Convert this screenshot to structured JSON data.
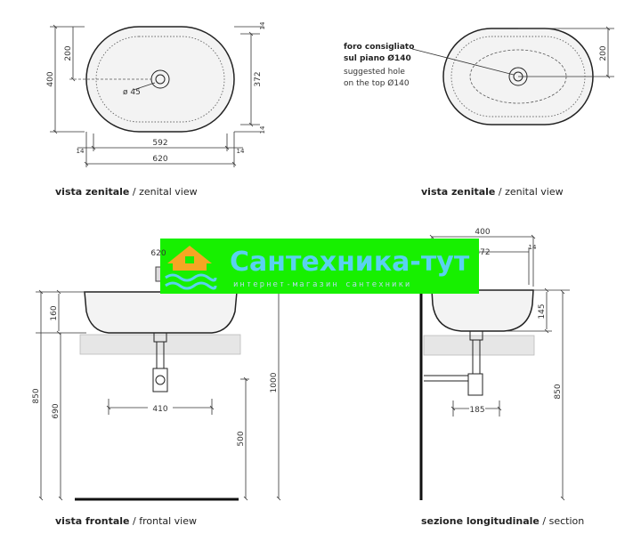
{
  "views": {
    "top_left": {
      "caption_bold": "vista zenitale",
      "caption_rest": " / zenital view"
    },
    "top_right": {
      "caption_bold": "vista zenitale",
      "caption_rest": " / zenital view"
    },
    "front": {
      "caption_bold": "vista frontale",
      "caption_rest": " / frontal view"
    },
    "section": {
      "caption_bold": "sezione longitudinale",
      "caption_rest": " / section"
    }
  },
  "dimensions": {
    "top_left": {
      "depth": "400",
      "hole_offset": "200",
      "inner_depth": "372",
      "rim_top": "14",
      "rim_bottom": "14",
      "rim_left": "14",
      "rim_right": "14",
      "inner_width": "592",
      "width": "620",
      "hole": "ø 45"
    },
    "top_right": {
      "hole_offset": "200"
    },
    "front": {
      "width": "620",
      "basin_height": "160",
      "total_height": "850",
      "counter_height": "690",
      "drain_spacing": "410",
      "tap_height": "1000",
      "wall_height": "500"
    },
    "section": {
      "depth": "400",
      "inner_depth": "372",
      "rim_left": "14",
      "rim_right": "14",
      "basin_height": "145",
      "drain_spacing": "185",
      "total_height": "850"
    }
  },
  "note": {
    "line1": "foro consigliato",
    "line2": "sul piano Ø140",
    "line3": "suggested hole",
    "line4": "on the top Ø140"
  },
  "watermark": {
    "title": "Сантехника-тут",
    "subtitle": "интернет-магазин сантехники",
    "band_color": "#17f000",
    "logo_color": "#f5a623"
  }
}
